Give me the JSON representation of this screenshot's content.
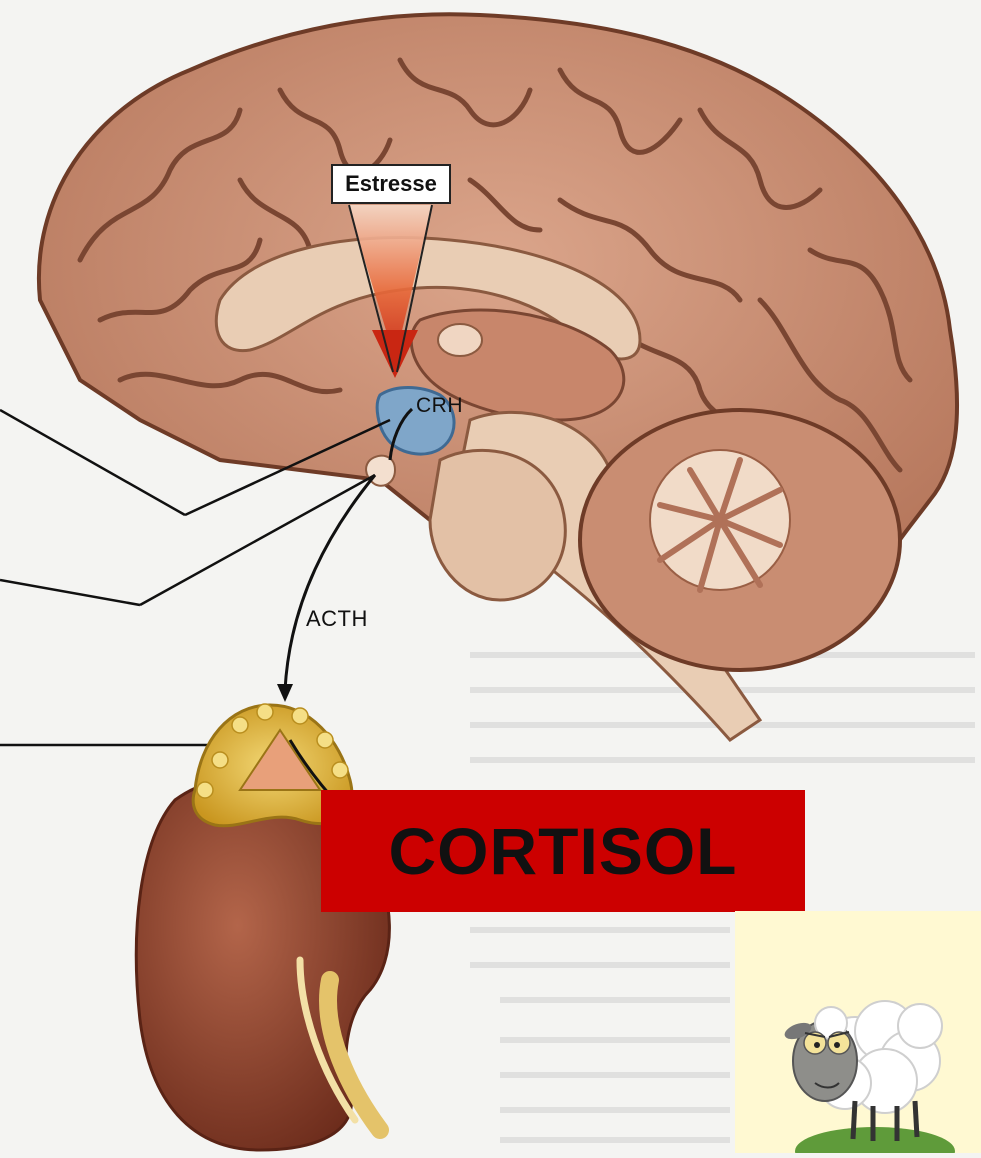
{
  "labels": {
    "stress": "Estresse",
    "crh": "CRH",
    "acth": "ACTH",
    "cortisol": "CORTISOL"
  },
  "colors": {
    "brain": "#c98d72",
    "gyri": "#d9a187",
    "sulci": "#7a4632",
    "brainstem": "#e9cdb4",
    "hypothalamus": "#7fa6c9",
    "stress_arrow": "#d93a1a",
    "kidney": "#8a3e2a",
    "adrenal": "#e0b63c",
    "cortisol_box": "#cc0000",
    "sheep_bg": "#fff9d2"
  },
  "icons": {
    "sheep": "sheep-icon"
  }
}
